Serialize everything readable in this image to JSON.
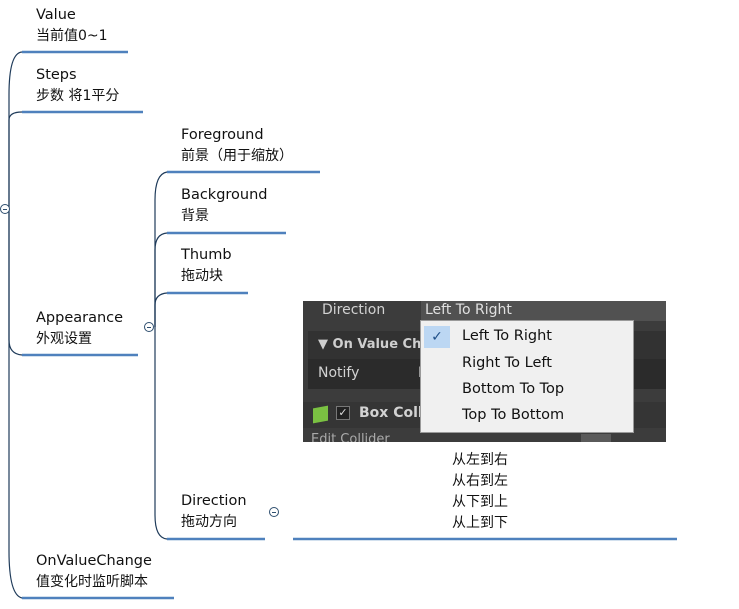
{
  "nodes": {
    "value": {
      "title": "Value",
      "desc": "当前值0~1"
    },
    "steps": {
      "title": "Steps",
      "desc": "步数 将1平分"
    },
    "appearance": {
      "title": "Appearance",
      "desc": "外观设置"
    },
    "foreground": {
      "title": "Foreground",
      "desc": "前景（用于缩放）"
    },
    "background": {
      "title": "Background",
      "desc": "背景"
    },
    "thumb": {
      "title": "Thumb",
      "desc": "拖动块"
    },
    "direction": {
      "title": "Direction",
      "desc": "拖动方向"
    },
    "onvaluechange": {
      "title": "OnValueChange",
      "desc": "值变化时监听脚本"
    }
  },
  "panel": {
    "direction_label": "Direction",
    "direction_value": "Left To Right",
    "on_value_change": "▼ On Value Cha",
    "notify_label": "Notify",
    "notify_value": "N",
    "box_collider": "Box Colli",
    "edit_collider": "Edit Collider",
    "dropdown_options": [
      "Left To Right",
      "Right To Left",
      "Bottom To Top",
      "Top To Bottom"
    ],
    "selected_mark": "✓"
  },
  "direction_notes": [
    "从左到右",
    "从右到左",
    "从下到上",
    "从上到下"
  ],
  "colors": {
    "line": "#1f3b5a",
    "underline": "#4f81bd"
  }
}
